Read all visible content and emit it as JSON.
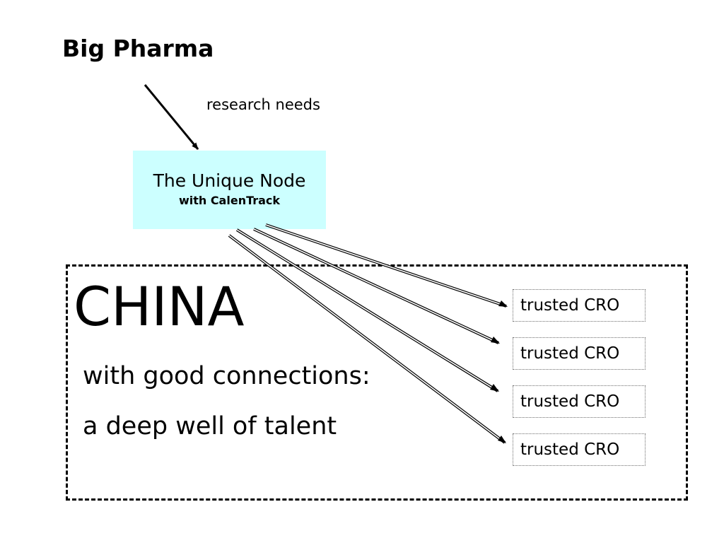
{
  "title": "Big Pharma",
  "input_edge_label": "research needs",
  "hub": {
    "title": "The Unique Node",
    "subtitle": "with CalenTrack"
  },
  "region": {
    "title": "CHINA",
    "lines": [
      "with good connections:",
      "a deep well of talent"
    ]
  },
  "targets": [
    "trusted CRO",
    "trusted CRO",
    "trusted CRO",
    "trusted CRO"
  ],
  "colors": {
    "hub_fill": "#ccffff",
    "text": "#000000",
    "target_border": "#6f6f6f"
  }
}
